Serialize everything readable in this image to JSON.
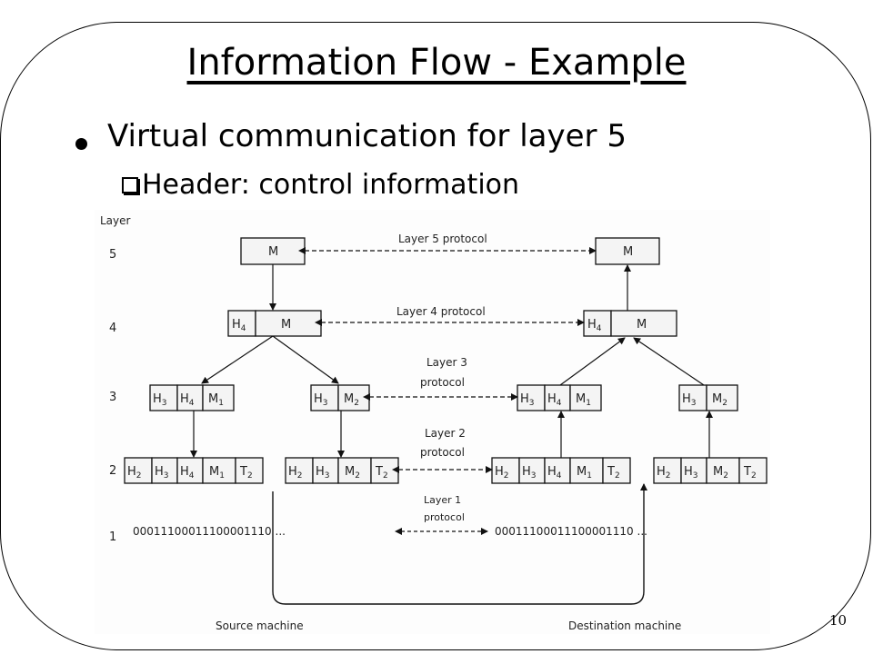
{
  "slide": {
    "title": "Information Flow - Example",
    "bullet1": "Virtual communication for layer 5",
    "bullet2": "Header: control information",
    "page_number": "10"
  },
  "diagram": {
    "layer_heading": "Layer",
    "layer_numbers": [
      "5",
      "4",
      "3",
      "2",
      "1"
    ],
    "protocols": {
      "layer5": "Layer 5 protocol",
      "layer4": "Layer 4 protocol",
      "layer3": [
        "Layer 3",
        "protocol"
      ],
      "layer2": [
        "Layer 2",
        "protocol"
      ],
      "layer1": [
        "Layer 1",
        "protocol"
      ]
    },
    "bitstream_source": "00011100011100001110 ...",
    "bitstream_dest": "00011100011100001110 ...",
    "source_label": "Source machine",
    "dest_label": "Destination machine"
  }
}
